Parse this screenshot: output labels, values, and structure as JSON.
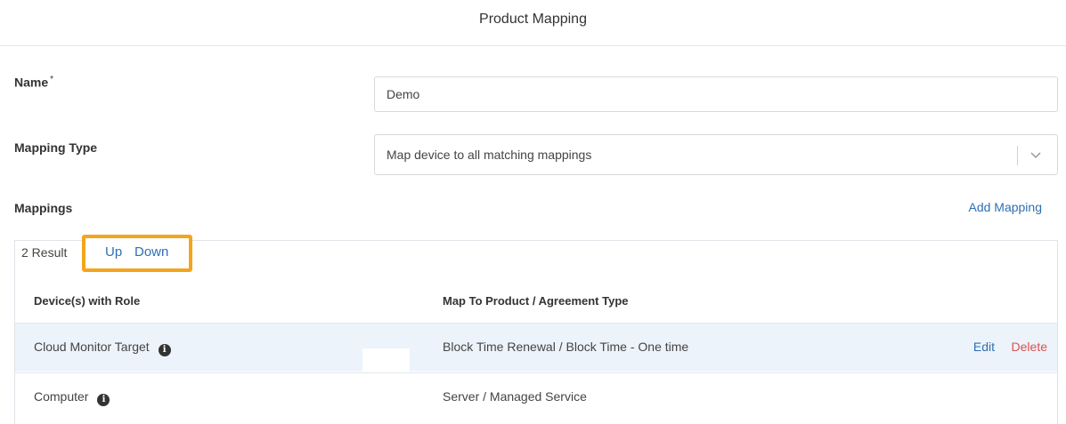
{
  "header": {
    "title": "Product Mapping"
  },
  "form": {
    "name": {
      "label": "Name",
      "required_mark": "*",
      "value": "Demo"
    },
    "mapping_type": {
      "label": "Mapping Type",
      "selected": "Map device to all matching mappings"
    }
  },
  "mappings": {
    "label": "Mappings",
    "add_link": "Add Mapping",
    "results_text": "2 Result",
    "up_label": "Up",
    "down_label": "Down",
    "columns": [
      "Device(s) with Role",
      "Map To Product / Agreement Type"
    ],
    "rows": [
      {
        "device": "Cloud Monitor Target",
        "product": "Block Time Renewal / Block Time - One time",
        "edit": "Edit",
        "delete": "Delete"
      },
      {
        "device": "Computer",
        "product": "Server / Managed Service"
      }
    ]
  },
  "icons": {
    "info": "info-icon",
    "chevron": "chevron-down-icon"
  },
  "colors": {
    "link": "#2f6fb3",
    "delete": "#d9534f",
    "highlight": "#f4a51c",
    "selected_row": "#edf3fb"
  }
}
